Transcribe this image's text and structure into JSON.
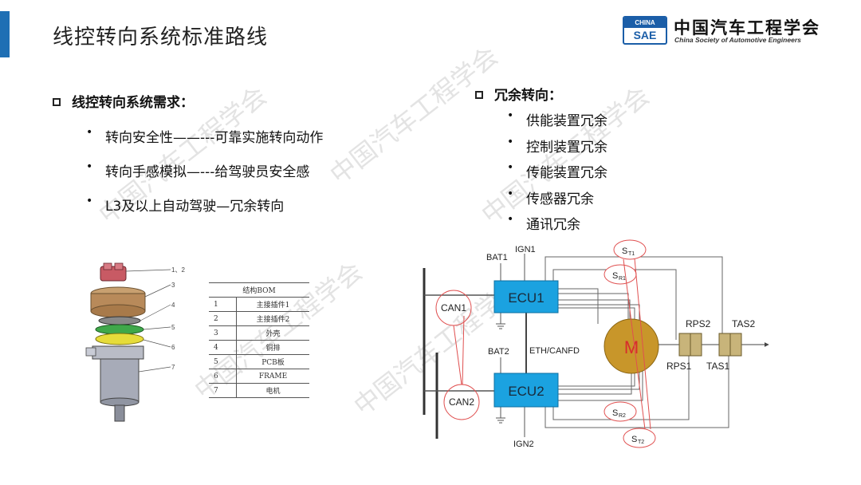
{
  "slide": {
    "title": "线控转向系统标准路线"
  },
  "logo": {
    "box_top": "CHINA",
    "box_bottom": "SAE",
    "name_cn": "中国汽车工程学会",
    "name_en": "China Society of Automotive Engineers"
  },
  "requirements": {
    "heading": "线控转向系统需求：",
    "items": [
      "转向安全性——---可靠实施转向动作",
      "转向手感模拟—---给驾驶员安全感",
      "L3及以上自动驾驶—冗余转向"
    ]
  },
  "redundancy": {
    "heading": "冗余转向：",
    "items": [
      "供能装置冗余",
      "控制装置冗余",
      "传能装置冗余",
      "传感器冗余",
      "通讯冗余"
    ]
  },
  "watermark": "中国汽车工程学会",
  "exploded_view": {
    "callouts": [
      "1、2",
      "3",
      "4",
      "5",
      "6",
      "7"
    ]
  },
  "bom": {
    "title": "结构BOM",
    "rows": [
      {
        "no": "1",
        "name": "主接插件1"
      },
      {
        "no": "2",
        "name": "主接插件2"
      },
      {
        "no": "3",
        "name": "外壳"
      },
      {
        "no": "4",
        "name": "铜排"
      },
      {
        "no": "5",
        "name": "PCB板"
      },
      {
        "no": "6",
        "name": "FRAME"
      },
      {
        "no": "7",
        "name": "电机"
      }
    ]
  },
  "diagram": {
    "bat1": "BAT1",
    "ign1": "IGN1",
    "bat2": "BAT2",
    "ign2": "IGN2",
    "ecu1": "ECU1",
    "ecu2": "ECU2",
    "can1": "CAN1",
    "can2": "CAN2",
    "eth": "ETH/CANFD",
    "motor": "M",
    "rps2": "RPS2",
    "rps1": "RPS1",
    "tas2": "TAS2",
    "tas1": "TAS1",
    "st1": "T1",
    "sr1": "R1",
    "sr2": "R2",
    "st2": "T2",
    "s": "S",
    "colors": {
      "ecu": "#1ba2e0",
      "motor": "#c8962a",
      "sensor": "#c8b47a",
      "mark": "#e05050"
    }
  }
}
